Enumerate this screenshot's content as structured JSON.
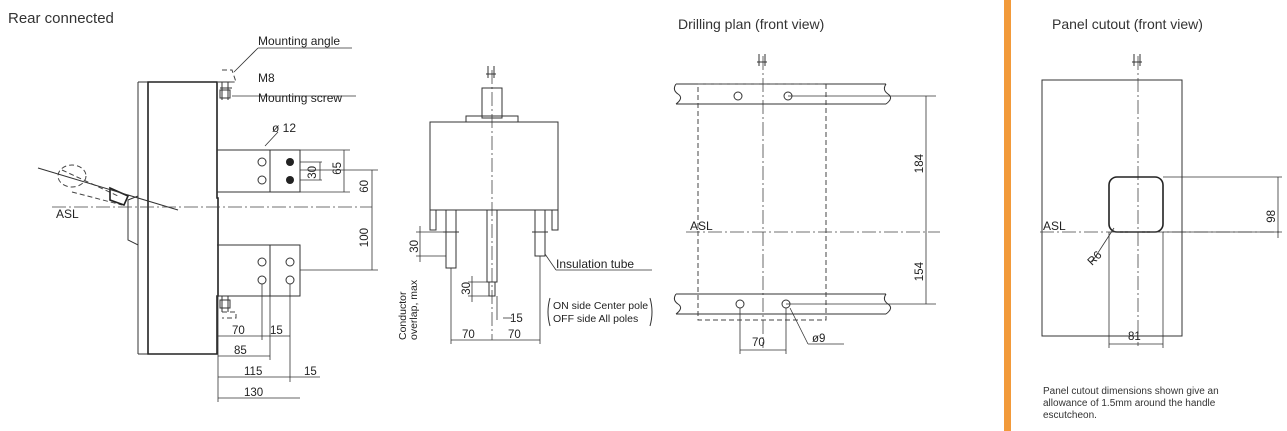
{
  "titles": {
    "rear_connected": "Rear connected",
    "drilling_plan": "Drilling plan (front view)",
    "panel_cutout": "Panel cutout (front view)"
  },
  "rear": {
    "mounting_angle": "Mounting angle",
    "m8": "M8",
    "mounting_screw": "Mounting screw",
    "hole_dia": "ø 12",
    "asl": "ASL",
    "dim_30": "30",
    "dim_65": "65",
    "dim_60": "60",
    "dim_100": "100",
    "dim_70": "70",
    "dim_15a": "15",
    "dim_85": "85",
    "dim_115": "115",
    "dim_15b": "15",
    "dim_130": "130"
  },
  "side": {
    "conductor_line1": "Conductor",
    "conductor_line2": "overlap, max",
    "dim_30a": "30",
    "dim_30b": "30",
    "dim_15": "15",
    "dim_70a": "70",
    "dim_70b": "70",
    "insulation_tube": "Insulation tube",
    "on_side": "ON side Center pole",
    "off_side": "OFF side All poles"
  },
  "drilling": {
    "asl": "ASL",
    "dim_184": "184",
    "dim_154": "154",
    "dim_70": "70",
    "hole_dia": "ø9"
  },
  "panel": {
    "asl": "ASL",
    "radius": "R6",
    "dim_98": "98",
    "dim_81": "81",
    "note": "Panel cutout dimensions shown give an allowance of 1.5mm around the handle escutcheon."
  },
  "colors": {
    "divider": "#f29a3a",
    "line": "#333333"
  }
}
